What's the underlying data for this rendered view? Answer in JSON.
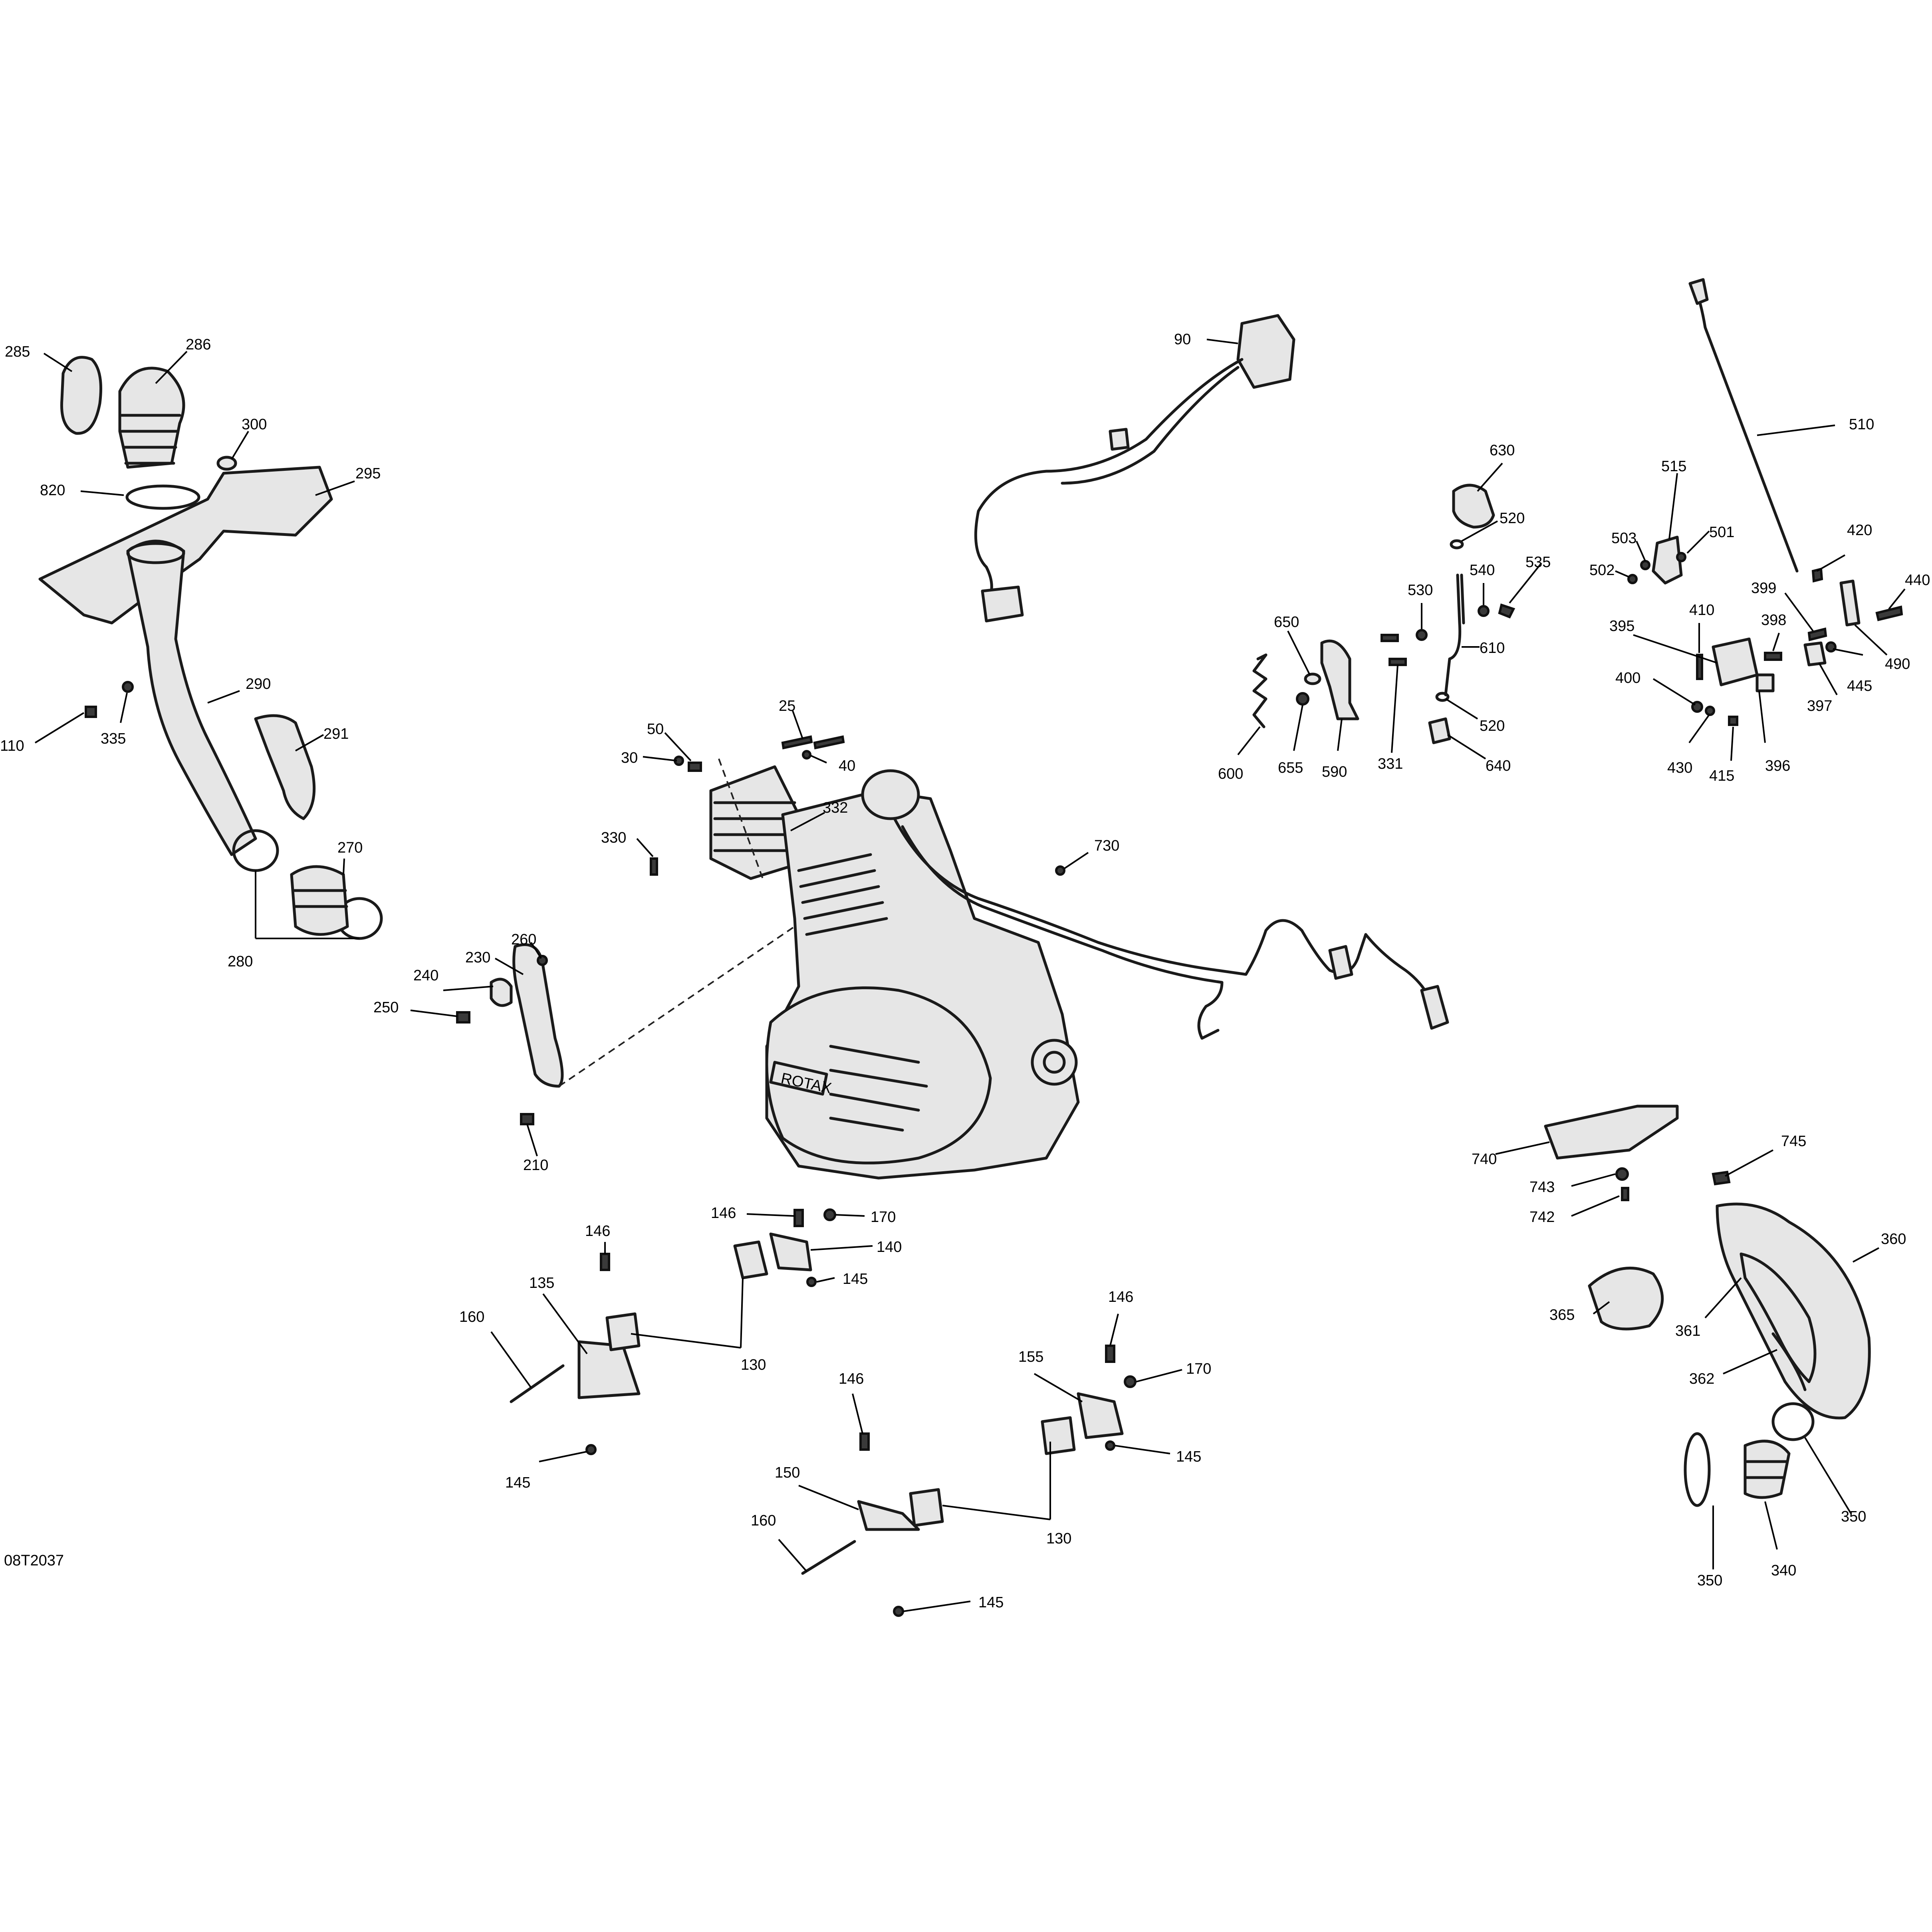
{
  "document_id": "08T2037",
  "callouts": [
    "285",
    "286",
    "300",
    "295",
    "820",
    "110",
    "335",
    "290",
    "291",
    "270",
    "280",
    "90",
    "630",
    "520",
    "510",
    "515",
    "501",
    "503",
    "502",
    "535",
    "540",
    "530",
    "650",
    "610",
    "420",
    "440",
    "399",
    "490",
    "410",
    "395",
    "398",
    "445",
    "397",
    "400",
    "430",
    "415",
    "396",
    "600",
    "655",
    "590",
    "331",
    "640",
    "25",
    "50",
    "30",
    "40",
    "332",
    "330",
    "730",
    "230",
    "260",
    "240",
    "250",
    "210",
    "146",
    "170",
    "140",
    "145",
    "135",
    "160",
    "130",
    "155",
    "150",
    "740",
    "745",
    "743",
    "742",
    "360",
    "365",
    "361",
    "362",
    "350",
    "340"
  ],
  "engine_brand": "ROTAX"
}
